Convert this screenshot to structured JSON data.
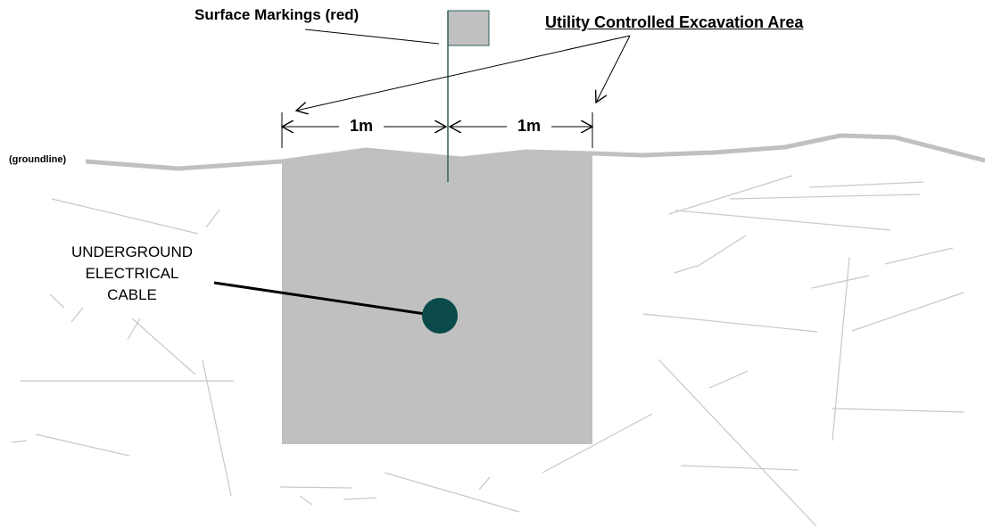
{
  "labels": {
    "surface_markings": "Surface Markings (red)",
    "excavation_area": "Utility Controlled Excavation Area",
    "groundline": "(groundline)",
    "dim_left": "1m",
    "dim_right": "1m",
    "cable_line1": "UNDERGROUND",
    "cable_line2": "ELECTRICAL",
    "cable_line3": "CABLE"
  },
  "colors": {
    "background": "#ffffff",
    "soil_lines": "#c8c8c8",
    "groundline": "#c0c0c0",
    "excavation_fill": "#c0c0c0",
    "flag_fill": "#c0c0c0",
    "flag_pole": "#2f5f5f",
    "cable": "#0a4a4a",
    "ink": "#000000"
  }
}
